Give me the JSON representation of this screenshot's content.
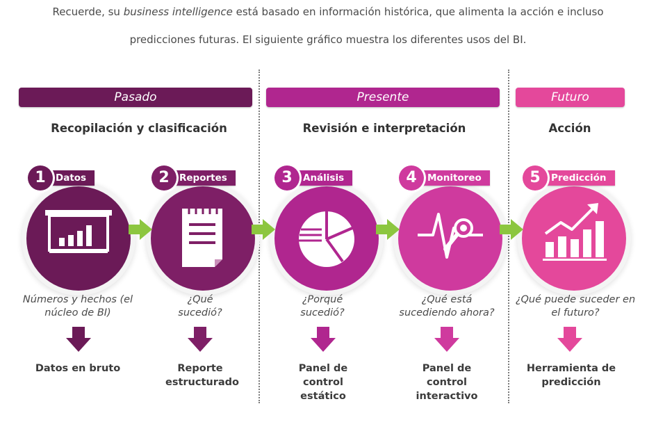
{
  "intro": {
    "line1_pre": "Recuerde, su ",
    "line1_em": "business intelligence",
    "line1_post": " está basado en información histórica, que alimenta la acción e incluso",
    "line2": "predicciones futuras. El siguiente gráfico muestra los diferentes usos del BI."
  },
  "phases": [
    {
      "name": "Pasado",
      "title": "Recopilación y clasificación",
      "color": "#6b1a57"
    },
    {
      "name": "Presente",
      "title": "Revisión e interpretación",
      "color": "#b0268f"
    },
    {
      "name": "Futuro",
      "title": "Acción",
      "color": "#e4489b"
    }
  ],
  "steps": [
    {
      "number": "1",
      "label": "Datos",
      "icon": "presentation-board-bar-chart-icon",
      "question": "Números y hechos (el núcleo de BI)",
      "result": "Datos en bruto",
      "color": "#6b1a57"
    },
    {
      "number": "2",
      "label": "Reportes",
      "icon": "notepad-report-icon",
      "question": "¿Qué sucedió?",
      "result": "Reporte estructurado",
      "color": "#7e1f66"
    },
    {
      "number": "3",
      "label": "Análisis",
      "icon": "pie-chart-icon",
      "question": "¿Porqué sucedió?",
      "result": "Panel de control estático",
      "color": "#b0268f"
    },
    {
      "number": "4",
      "label": "Monitoreo",
      "icon": "heartbeat-magnifier-icon",
      "question": "¿Qué está sucediendo ahora?",
      "result": "Panel de control interactivo",
      "color": "#cf3a9e"
    },
    {
      "number": "5",
      "label": "Predicción",
      "icon": "rising-bar-chart-icon",
      "question": "¿Qué puede suceder en el futuro?",
      "result": "Herramienta de predicción",
      "color": "#e4489b"
    }
  ],
  "colors": {
    "arrow_green": "#8cc63f",
    "divider": "#7a7a7a"
  }
}
